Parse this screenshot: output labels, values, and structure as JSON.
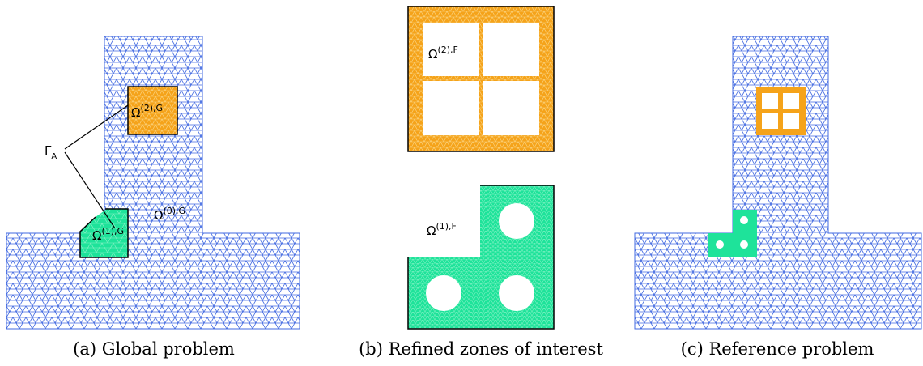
{
  "panels": [
    {
      "caption": "(a) Global problem",
      "labels": {
        "omega2": {
          "base": "Ω",
          "sup": "(2),G"
        },
        "omega1": {
          "base": "Ω",
          "sup": "(1),G"
        },
        "omega0": {
          "base": "Ω",
          "sup": "(0),G"
        },
        "gamma": {
          "base": "Γ",
          "sub": "A"
        }
      }
    },
    {
      "caption": "(b) Refined zones of interest",
      "labels": {
        "omega2": {
          "base": "Ω",
          "sup": "(2),F"
        },
        "omega1": {
          "base": "Ω",
          "sup": "(1),F"
        }
      }
    },
    {
      "caption": "(c) Reference problem"
    }
  ],
  "colors": {
    "coarse_mesh": "#4169e1",
    "zone_orange": "#f5a31a",
    "zone_green": "#1ee39a",
    "outline": "#000000"
  }
}
